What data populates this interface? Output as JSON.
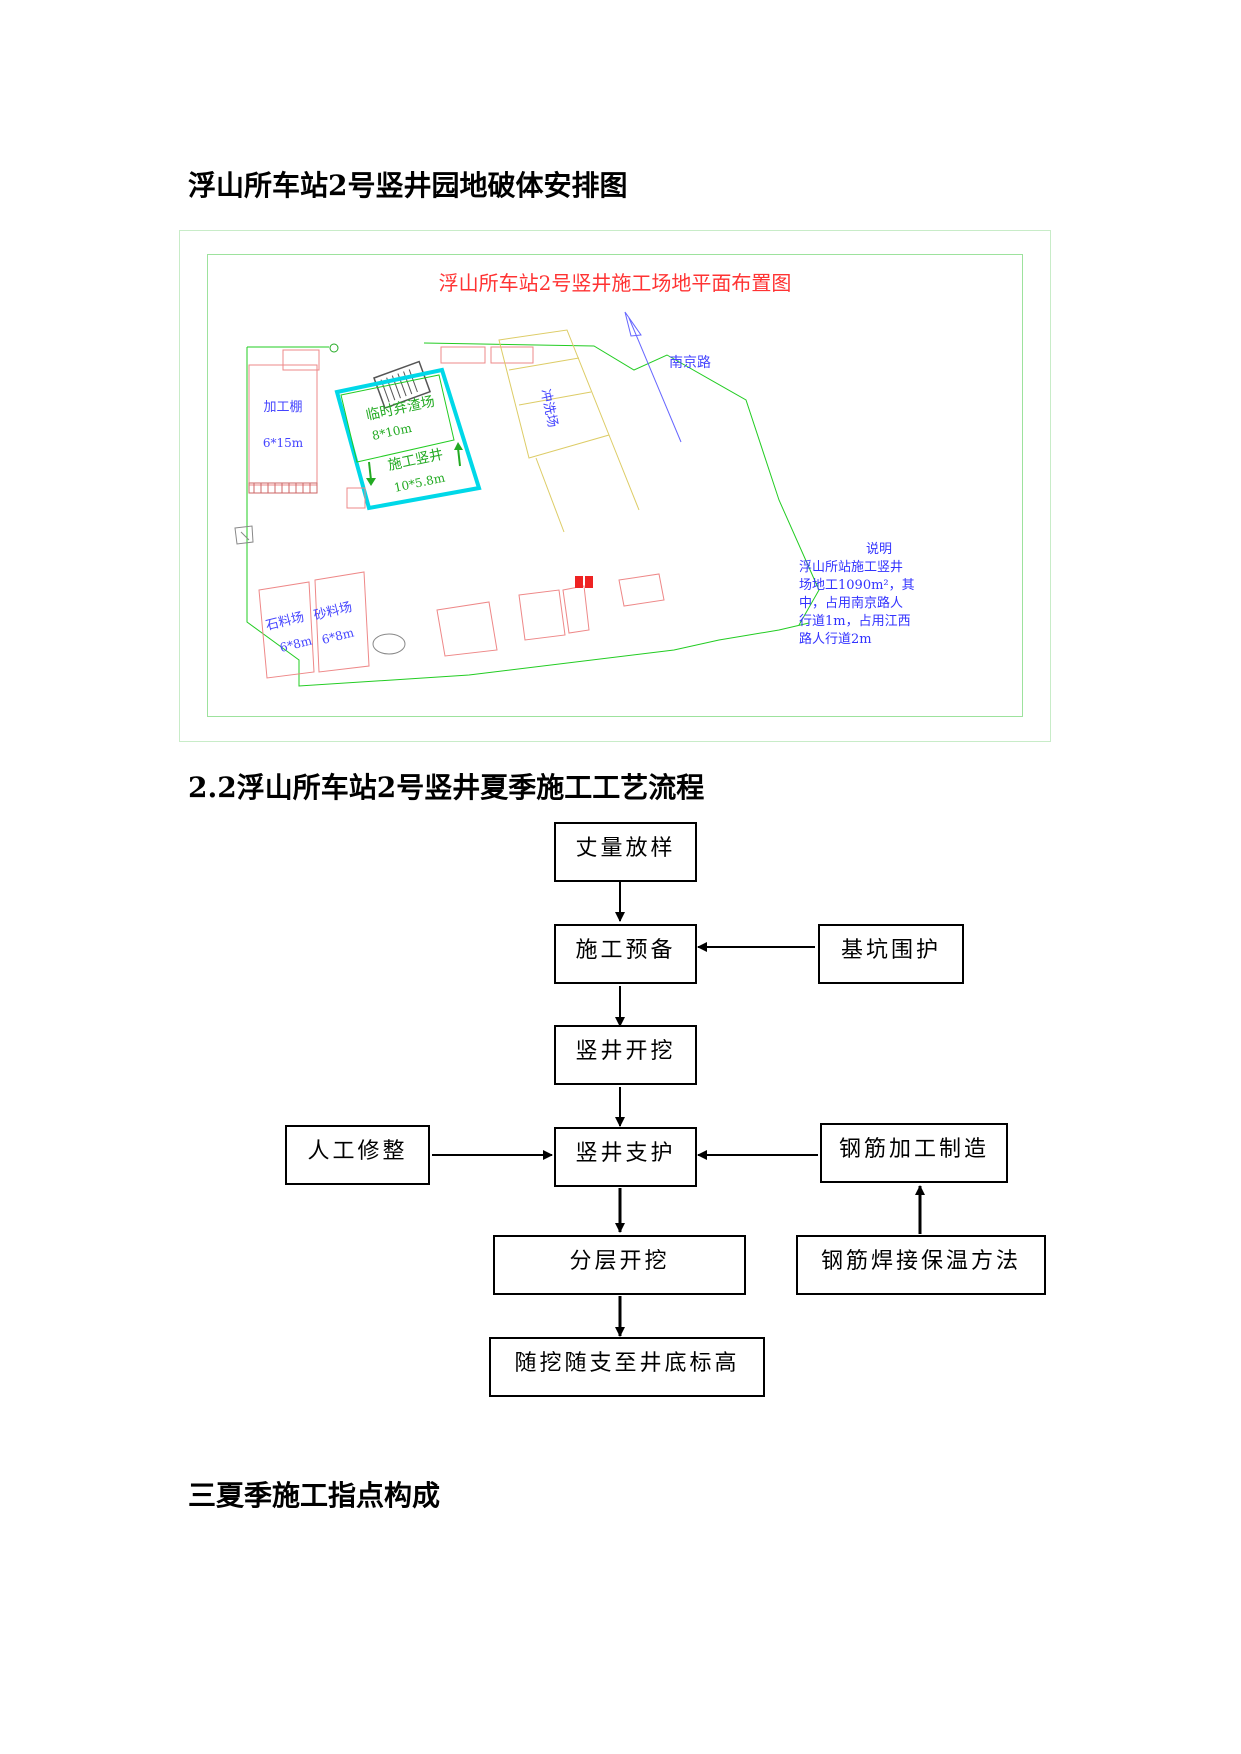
{
  "headings": {
    "site_plan": "浮山所车站2号竖井园地破体安排图",
    "process": "2.2浮山所车站2号竖井夏季施工工艺流程",
    "section3": "三夏季施工指点构成"
  },
  "site_plan": {
    "title": "浮山所车站2号竖井施工场地平面布置图",
    "processing_shed": "加工棚",
    "processing_shed_size": "6*15m",
    "temp_spoil": "临时弃渣场",
    "temp_spoil_size": "8*10m",
    "shaft": "施工竖井",
    "shaft_size": "10*5.8m",
    "wash_area": "冲洗场",
    "road": "南京路",
    "stone_yard": "石料场",
    "stone_size": "6*8m",
    "sand_yard": "砂料场",
    "sand_size": "6*8m",
    "note_title": "说明",
    "note_lines": [
      "浮山所站施工竖井",
      "场地工1090m²，其",
      "中，占用南京路人",
      "行道1m，占用江西",
      "路人行道2m"
    ],
    "colors": {
      "title": "#ff3333",
      "green": "#22aa22",
      "cyan": "#00d8e8",
      "blue": "#3333ff",
      "outline": "#ee8888"
    }
  },
  "flow": {
    "survey": "丈量放样",
    "prep": "施工预备",
    "pit": "基坑围护",
    "excavate": "竖井开挖",
    "manual": "人工修整",
    "support": "竖井支护",
    "rebar": "钢筋加工制造",
    "layer": "分层开挖",
    "weld": "钢筋焊接保温方法",
    "follow": "随挖随支至井底标高"
  }
}
